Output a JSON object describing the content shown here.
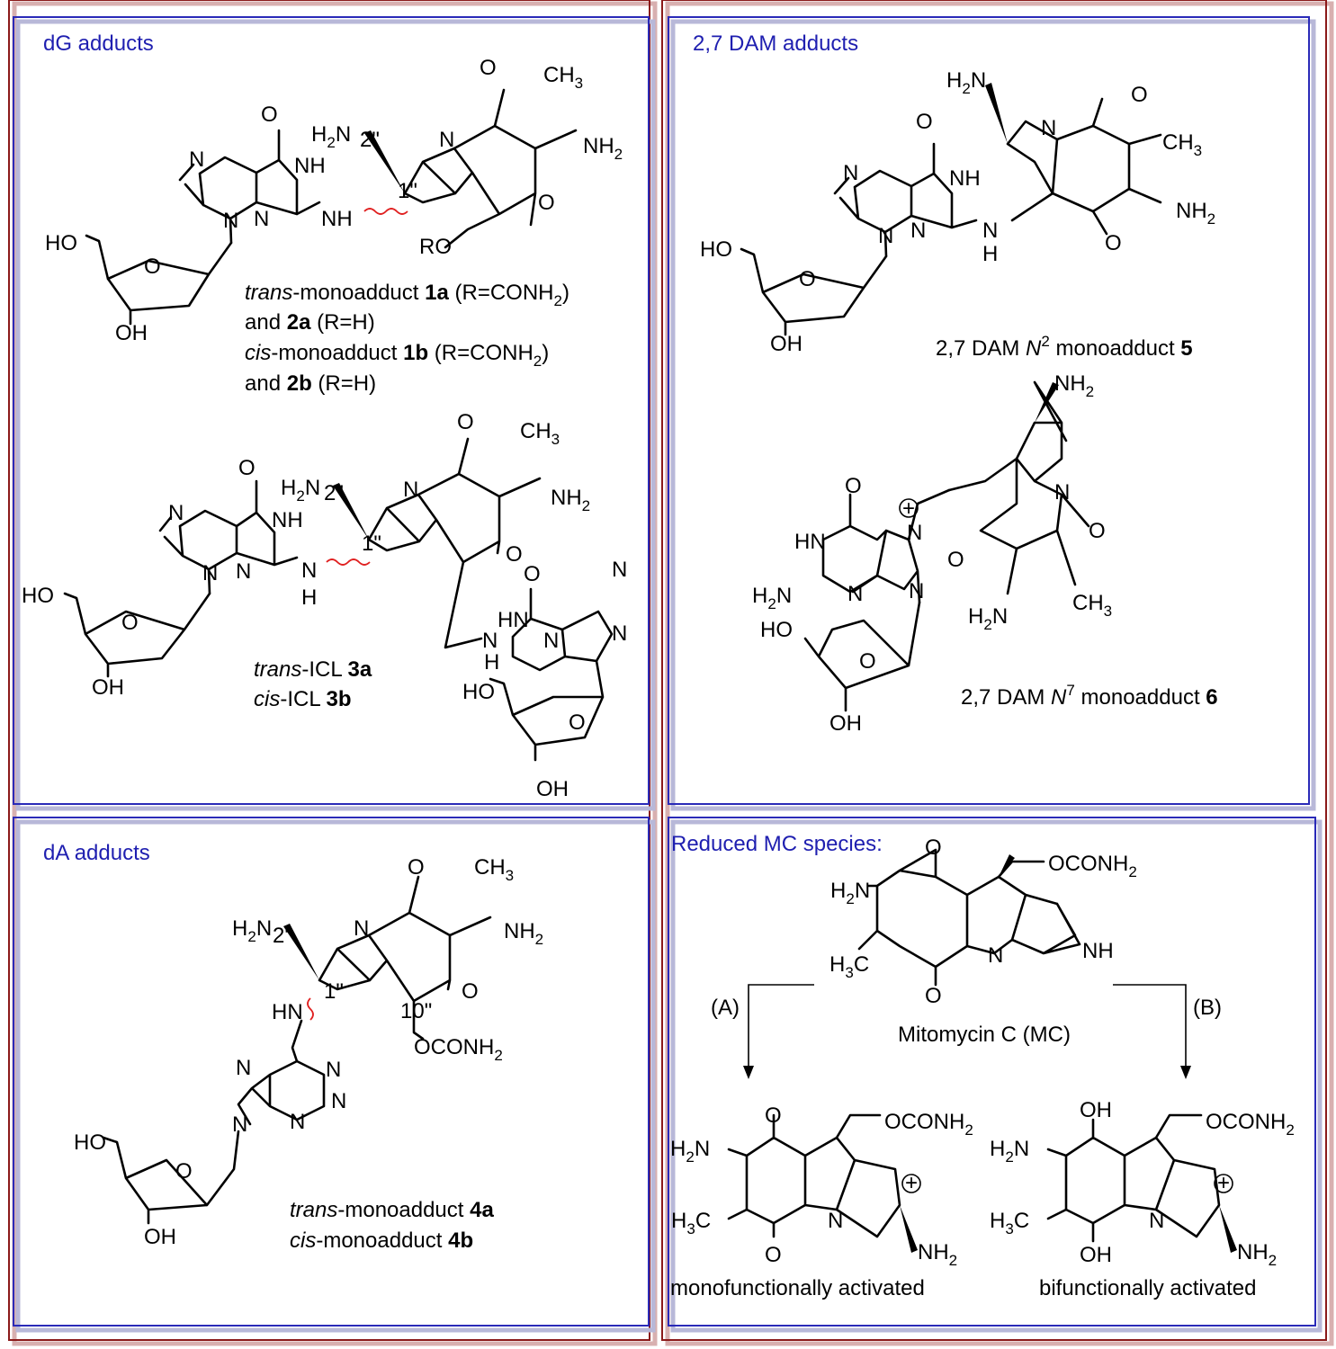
{
  "panels": {
    "dg": {
      "title": "dG adducts",
      "adduct1_l1_pre": "trans",
      "adduct1_l1_mid": "-monoadduct ",
      "adduct1_l1_b": "1a",
      "adduct1_l1_post": " (R=CONH",
      "adduct1_l1_sub": "2",
      "adduct1_l1_end": ")",
      "adduct1_l2_pre": "and ",
      "adduct1_l2_b": "2a",
      "adduct1_l2_post": " (R=H)",
      "adduct1_l3_pre": "cis",
      "adduct1_l3_mid": "-monoadduct ",
      "adduct1_l3_b": "1b",
      "adduct1_l3_post": " (R=CONH",
      "adduct1_l3_sub": "2",
      "adduct1_l3_end": ")",
      "adduct1_l4_pre": "and ",
      "adduct1_l4_b": "2b",
      "adduct1_l4_post": " (R=H)",
      "icl_l1_pre": "trans",
      "icl_l1_mid": "-ICL ",
      "icl_l1_b": "3a",
      "icl_l2_pre": "cis",
      "icl_l2_mid": "-ICL ",
      "icl_l2_b": "3b"
    },
    "dam": {
      "title": "2,7 DAM adducts",
      "n2_pre": "2,7 DAM ",
      "n2_n": "N",
      "n2_sup": "2",
      "n2_post": " monoadduct ",
      "n2_b": "5",
      "n7_pre": "2,7 DAM ",
      "n7_n": "N",
      "n7_sup": "7",
      "n7_post": " monoadduct ",
      "n7_b": "6"
    },
    "da": {
      "title": "dA adducts",
      "l1_pre": "trans",
      "l1_mid": "-monoadduct ",
      "l1_b": "4a",
      "l2_pre": "cis",
      "l2_mid": "-monoadduct ",
      "l2_b": "4b"
    },
    "mc": {
      "title": "Reduced MC species:",
      "mc_name": "Mitomycin C (MC)",
      "path_a": "(A)",
      "path_b": "(B)",
      "mono": "monofunctionally activated",
      "bi": "bifunctionally activated"
    }
  },
  "atoms": {
    "O": "O",
    "N": "N",
    "NH": "NH",
    "HN": "HN",
    "H": "H",
    "HO": "HO",
    "OH": "OH",
    "CH3": "CH",
    "H3C_H": "H",
    "C": "C",
    "NH2": "NH",
    "H2N_H": "H",
    "H2N_N": "N",
    "sub2": "2",
    "sub3": "3",
    "RO": "RO",
    "OCONH": "OCONH",
    "pos1": "1\"",
    "pos2": "2\"",
    "pos10": "10\"",
    "plus": "+"
  }
}
